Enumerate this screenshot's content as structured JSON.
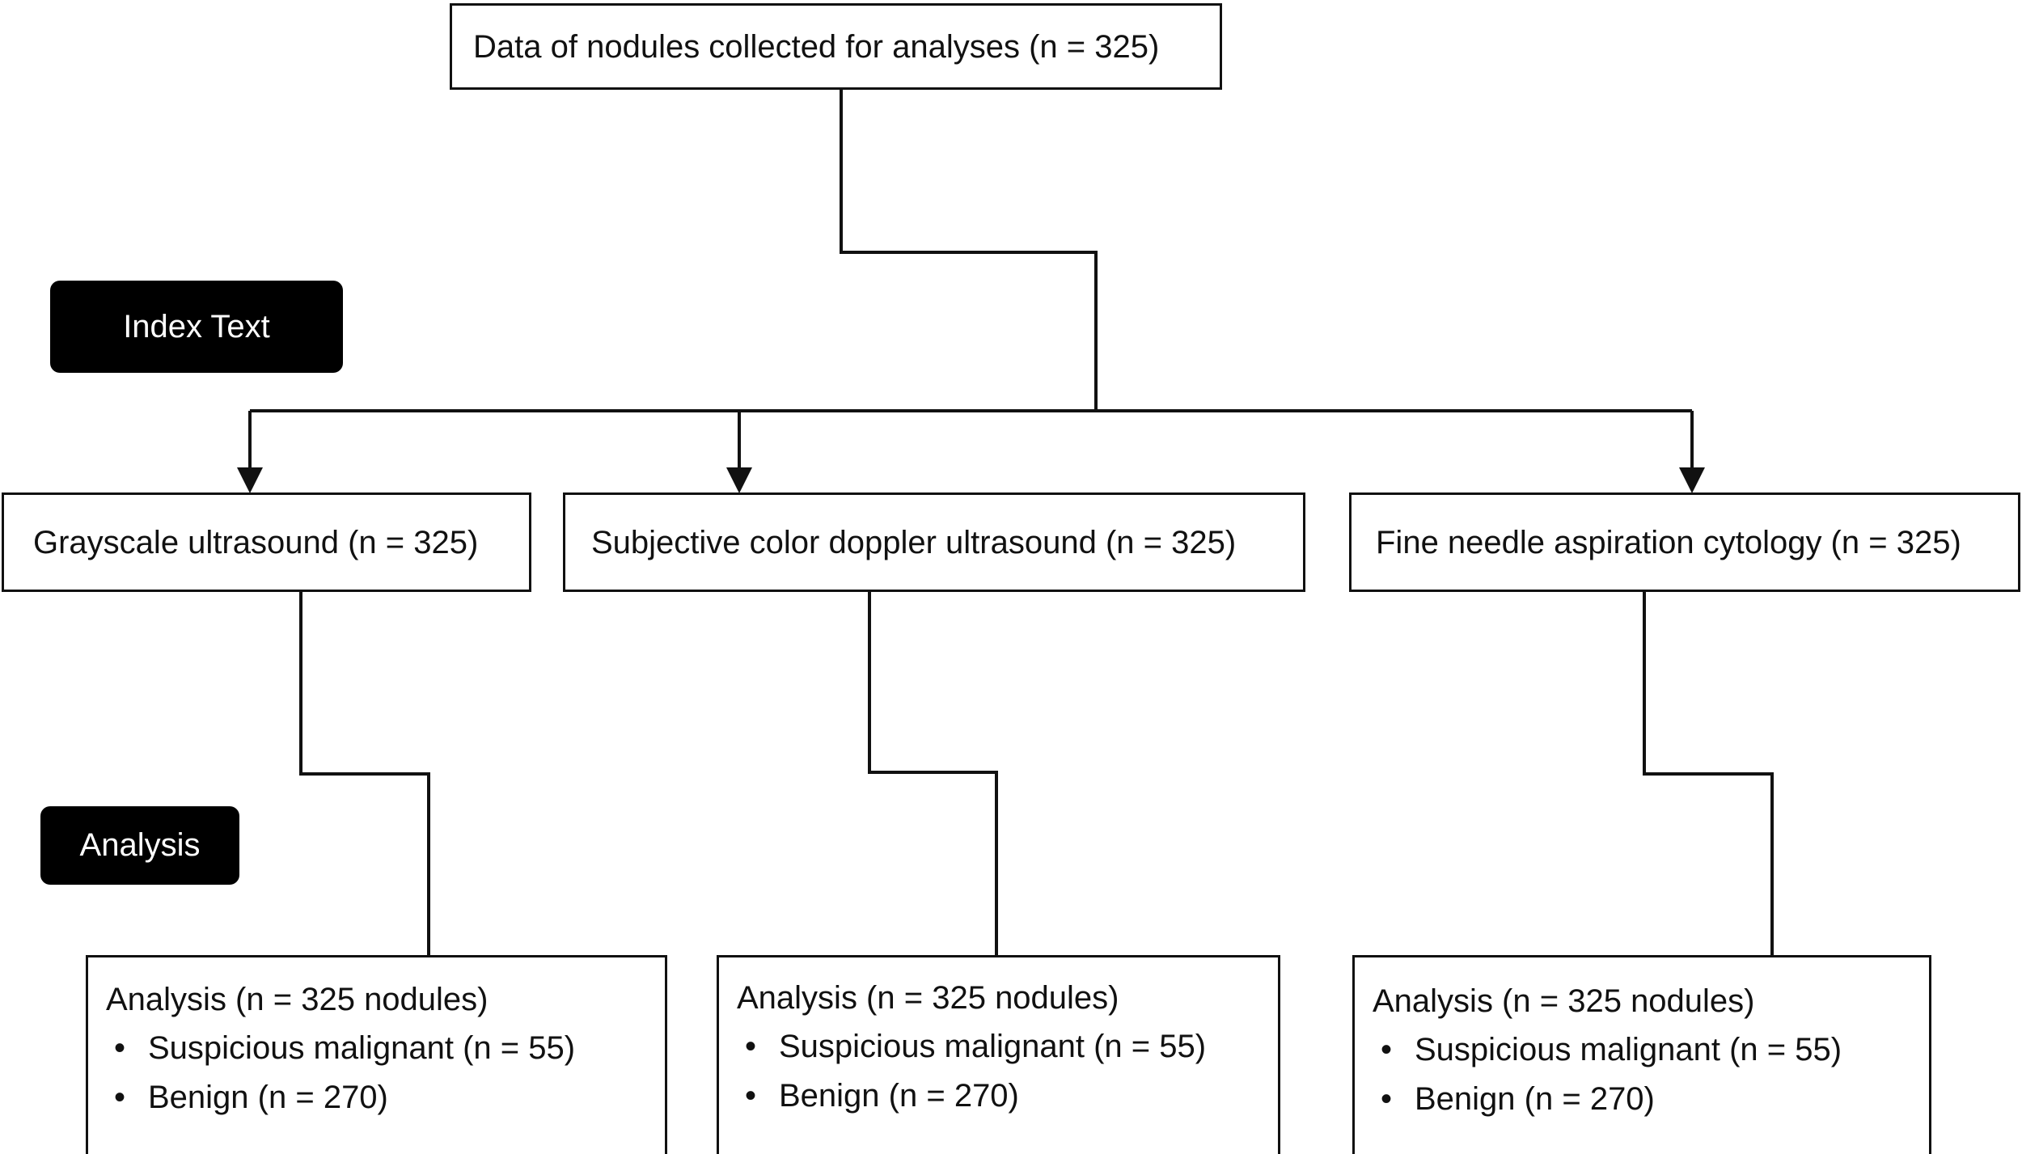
{
  "source": {
    "label": "Data of nodules collected for analyses (n = 325)"
  },
  "tags": {
    "index_text": "Index Text",
    "analysis": "Analysis"
  },
  "tests": [
    {
      "label": "Grayscale ultrasound (n = 325)",
      "analysis": {
        "heading": "Analysis (n = 325 nodules)",
        "items": [
          "Suspicious malignant (n = 55)",
          "Benign (n = 270)"
        ]
      }
    },
    {
      "label": "Subjective color doppler ultrasound (n = 325)",
      "analysis": {
        "heading": "Analysis (n = 325 nodules)",
        "items": [
          "Suspicious malignant (n = 55)",
          "Benign (n = 270)"
        ]
      }
    },
    {
      "label": "Fine needle aspiration cytology (n = 325)",
      "analysis": {
        "heading": "Analysis (n = 325 nodules)",
        "items": [
          "Suspicious malignant (n = 55)",
          "Benign (n = 270)"
        ]
      }
    }
  ],
  "bullet_glyph": "•"
}
